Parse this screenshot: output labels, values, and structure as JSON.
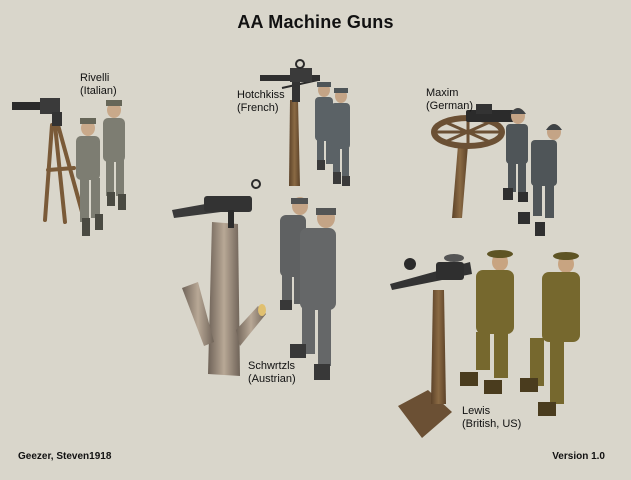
{
  "title": "AA Machine Guns",
  "guns": [
    {
      "name": "Rivelli",
      "origin": "(Italian)"
    },
    {
      "name": "Hotchkiss",
      "origin": "(French)"
    },
    {
      "name": "Maxim",
      "origin": "(German)"
    },
    {
      "name": "Schwrtzls",
      "origin": "(Austrian)"
    },
    {
      "name": "Lewis",
      "origin": "(British, US)"
    }
  ],
  "credits": "Geezer, Steven1918",
  "version": "Version 1.0",
  "colors": {
    "background": "#d9d6cb",
    "grey_uniform": "#6e706e",
    "khaki_uniform": "#76682e",
    "wood": "#7a5a38",
    "metal": "#2b2b2b"
  }
}
